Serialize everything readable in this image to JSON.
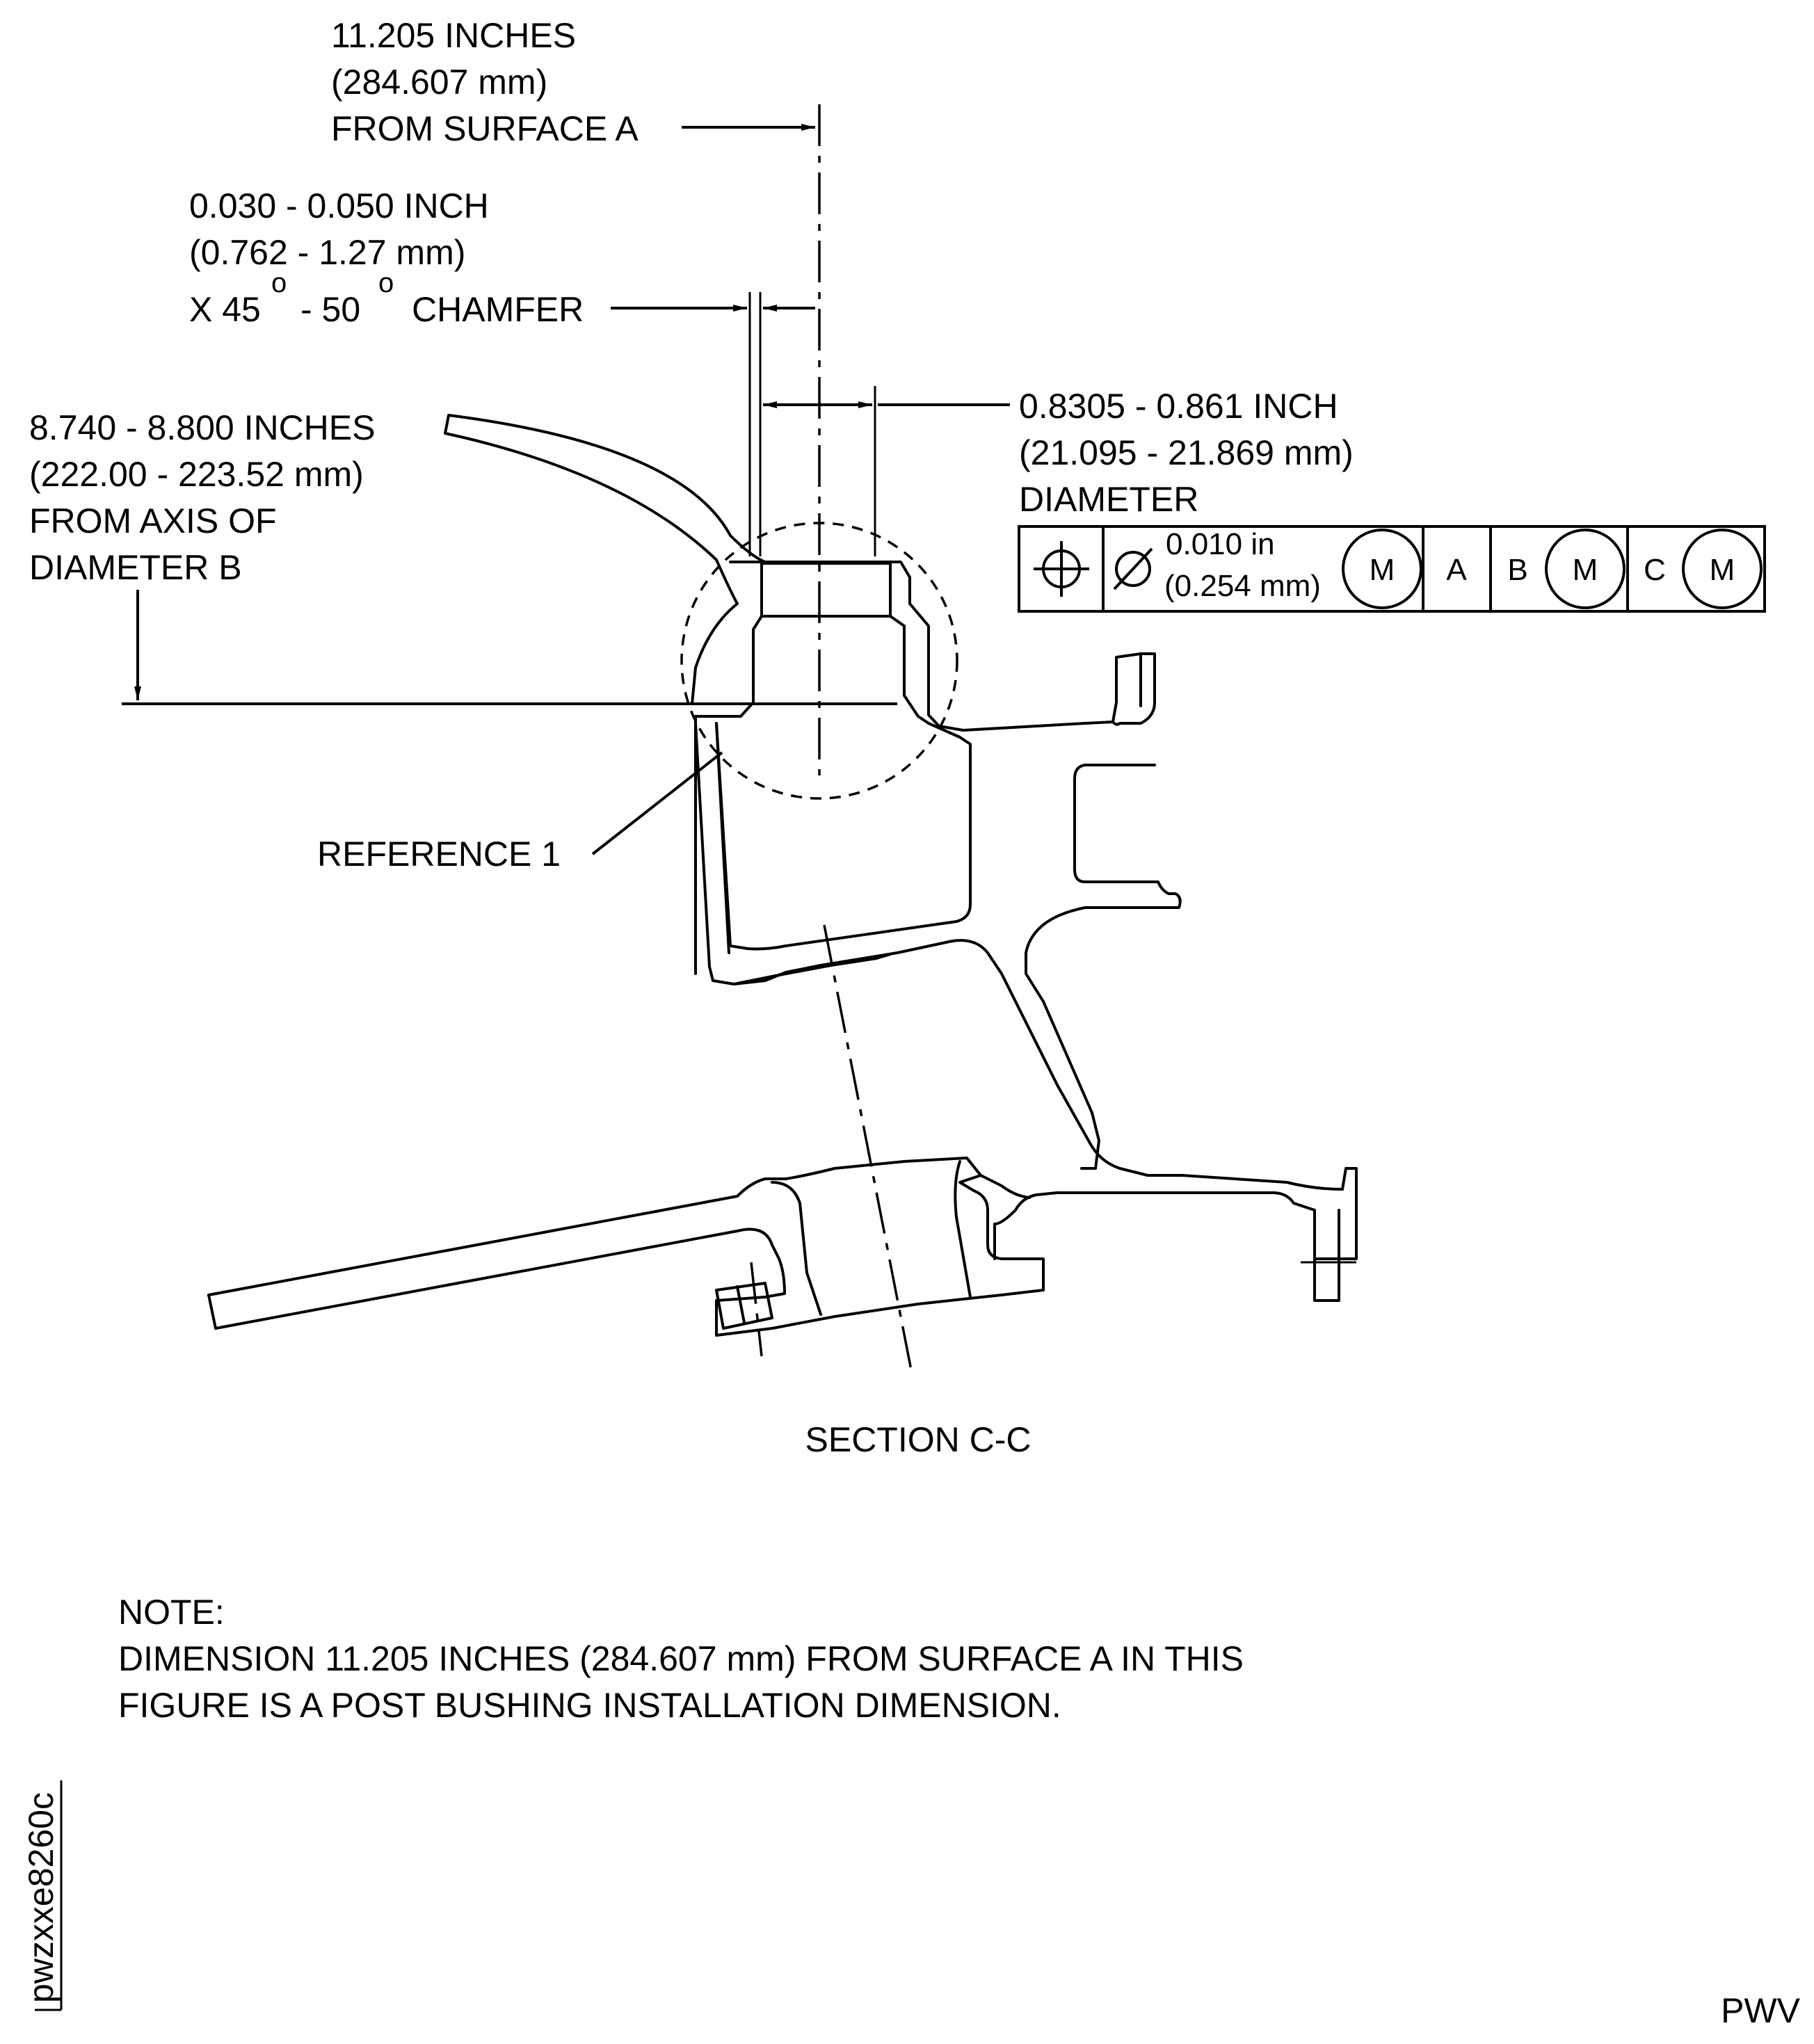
{
  "dimensions": {
    "surface_a": {
      "line1": "11.205 INCHES",
      "line2": "(284.607 mm)",
      "line3": "FROM SURFACE A"
    },
    "chamfer": {
      "line1": "0.030 - 0.050 INCH",
      "line2": "(0.762 - 1.27 mm)",
      "line3_a": "X 45",
      "line3_b": "- 50",
      "line3_c": "CHAMFER",
      "degree_mark": "o"
    },
    "axis_b": {
      "line1": "8.740 - 8.800 INCHES",
      "line2": "(222.00 - 223.52 mm)",
      "line3": "FROM AXIS OF",
      "line4": "DIAMETER B"
    },
    "diameter": {
      "line1": "0.8305 - 0.861 INCH",
      "line2": "(21.095 - 21.869 mm)",
      "line3": "DIAMETER"
    }
  },
  "feature_control_frame": {
    "tolerance_line1": "0.010 in",
    "tolerance_line2": "(0.254 mm)",
    "modifier": "M",
    "datum_a": "A",
    "datum_b": "B",
    "datum_b_modifier": "M",
    "datum_c": "C",
    "datum_c_modifier": "M"
  },
  "reference_label": "REFERENCE 1",
  "section_label": "SECTION C-C",
  "note": {
    "heading": "NOTE:",
    "line1": "DIMENSION 11.205 INCHES (284.607 mm) FROM SURFACE A IN THIS",
    "line2": "FIGURE IS A POST BUSHING INSTALLATION DIMENSION."
  },
  "figure_id": "pwzxxe8260c",
  "corner_mark": "PWV"
}
